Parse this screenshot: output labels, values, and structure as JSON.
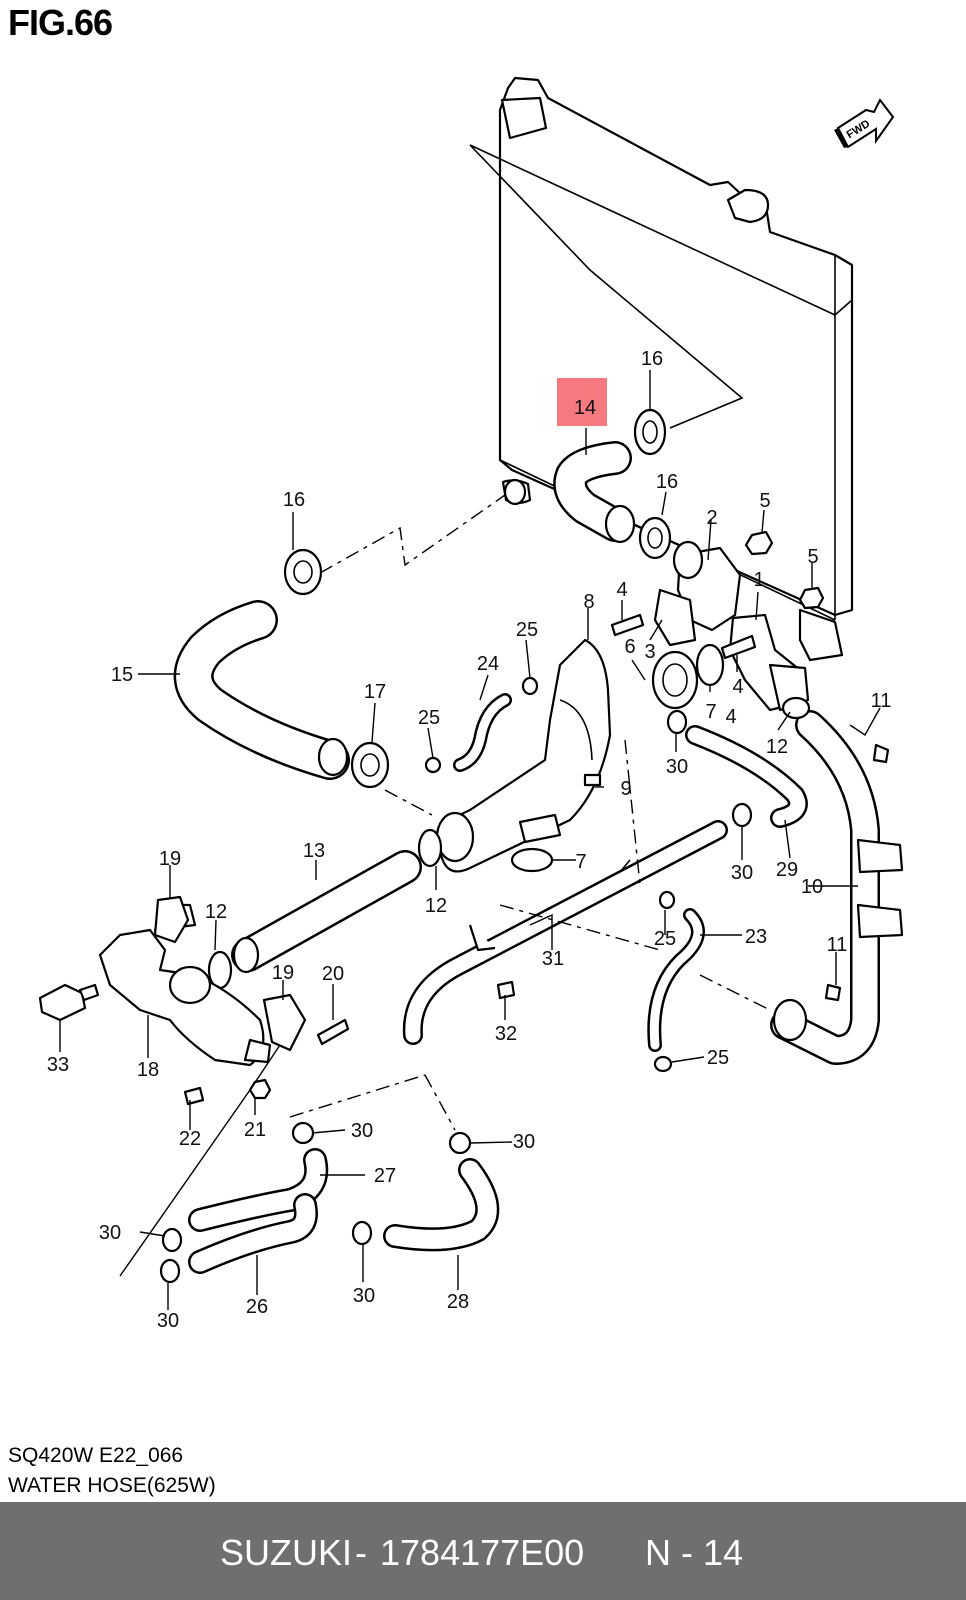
{
  "figure": {
    "title": "FIG.66",
    "fwd_label": "FWD"
  },
  "footer": {
    "code": "SQ420W E22_066",
    "caption": "WATER HOSE(625W)"
  },
  "bar": {
    "brand": "SUZUKI",
    "separator": "-",
    "part_number": "1784177E00",
    "reference": "N - 14"
  },
  "highlight": {
    "label": "14",
    "color": "#f47a80"
  },
  "callouts": [
    "16",
    "16",
    "16",
    "14",
    "2",
    "5",
    "5",
    "1",
    "4",
    "8",
    "3",
    "6",
    "7",
    "4",
    "4",
    "25",
    "24",
    "25",
    "17",
    "15",
    "11",
    "12",
    "30",
    "9",
    "7",
    "29",
    "30",
    "10",
    "13",
    "12",
    "19",
    "12",
    "19",
    "20",
    "33",
    "18",
    "22",
    "21",
    "31",
    "32",
    "25",
    "23",
    "11",
    "25",
    "30",
    "30",
    "27",
    "30",
    "26",
    "30",
    "30",
    "28"
  ]
}
